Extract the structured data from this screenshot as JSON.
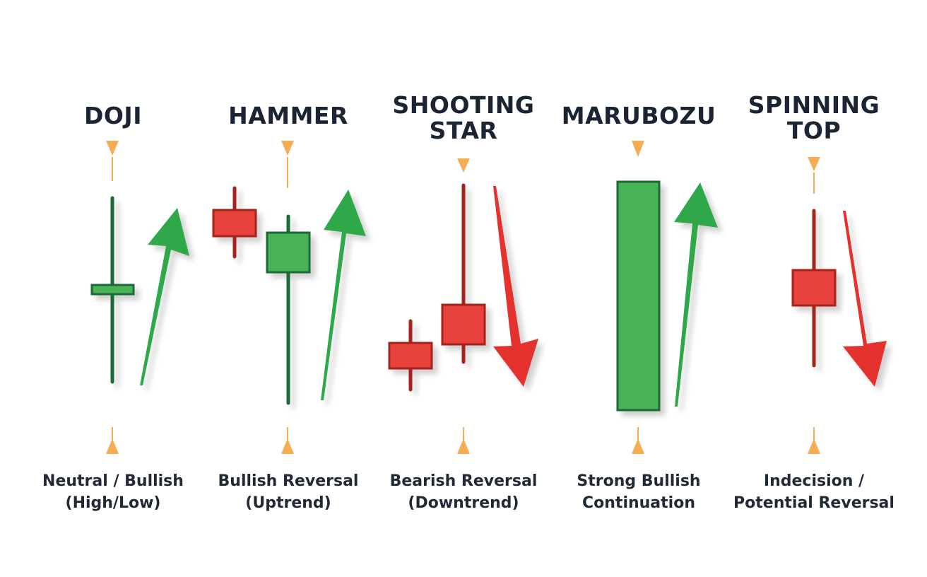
{
  "colors": {
    "bull_fill": "#47b356",
    "bull_border": "#1c6b35",
    "bear_fill": "#e8433c",
    "bear_border": "#a8201d",
    "bull_arrow": "#2ea84a",
    "bear_arrow": "#e5322d",
    "pointer": "#f5ac52",
    "text": "#1a2433"
  },
  "patterns": [
    {
      "title_lines": [
        "DOJI"
      ],
      "caption_lines": [
        "Neutral / Bullish",
        "(High/Low)"
      ],
      "trend_arrow": "up",
      "trend_arrow_icon": "up-arrow-icon"
    },
    {
      "title_lines": [
        "HAMMER"
      ],
      "caption_lines": [
        "Bullish Reversal",
        "(Uptrend)"
      ],
      "trend_arrow": "up",
      "trend_arrow_icon": "up-arrow-icon"
    },
    {
      "title_lines": [
        "SHOOTING",
        "STAR"
      ],
      "caption_lines": [
        "Bearish Reversal",
        "(Downtrend)"
      ],
      "trend_arrow": "down",
      "trend_arrow_icon": "down-arrow-icon"
    },
    {
      "title_lines": [
        "MARUBOZU"
      ],
      "caption_lines": [
        "Strong Bullish",
        "Continuation"
      ],
      "trend_arrow": "up",
      "trend_arrow_icon": "up-arrow-icon"
    },
    {
      "title_lines": [
        "SPINNING",
        "TOP"
      ],
      "caption_lines": [
        "Indecision /",
        "Potential Reversal"
      ],
      "trend_arrow": "down",
      "trend_arrow_icon": "down-arrow-icon"
    }
  ]
}
